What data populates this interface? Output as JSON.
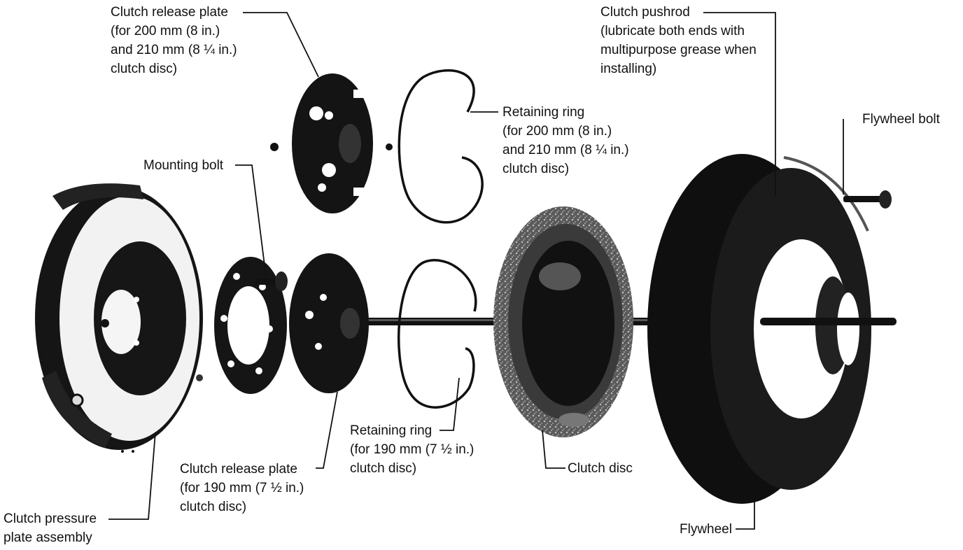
{
  "labels": {
    "clutch_release_plate_large": {
      "lines": [
        "Clutch release plate",
        "(for 200 mm (8 in.)",
        "and 210 mm (8 ¼ in.)",
        "clutch disc)"
      ]
    },
    "clutch_pushrod": {
      "lines": [
        "Clutch pushrod",
        "(lubricate both ends with",
        "multipurpose grease when",
        "installing)"
      ]
    },
    "retaining_ring_large": {
      "lines": [
        "Retaining ring",
        "(for 200 mm (8 in.)",
        "and 210 mm (8 ¼ in.)",
        "clutch disc)"
      ]
    },
    "flywheel_bolt": {
      "lines": [
        "Flywheel bolt"
      ]
    },
    "mounting_bolt": {
      "lines": [
        "Mounting bolt"
      ]
    },
    "retaining_ring_small": {
      "lines": [
        "Retaining ring",
        "(for 190 mm (7 ½ in.)",
        "clutch disc)"
      ]
    },
    "clutch_disc": {
      "lines": [
        "Clutch disc"
      ]
    },
    "clutch_release_plate_small": {
      "lines": [
        "Clutch release plate",
        "(for 190 mm (7 ½ in.)",
        "clutch disc)"
      ]
    },
    "clutch_pressure_plate": {
      "lines": [
        "Clutch pressure",
        "plate assembly"
      ]
    },
    "flywheel": {
      "lines": [
        "Flywheel"
      ]
    }
  }
}
